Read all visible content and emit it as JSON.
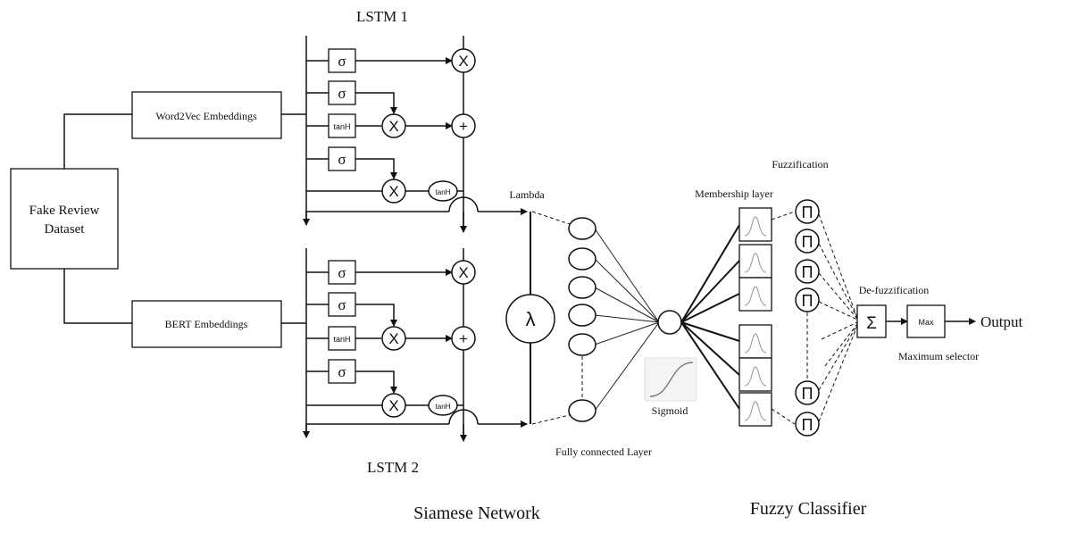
{
  "dataset": {
    "line1": "Fake Review",
    "line2": "Dataset"
  },
  "embeddings": {
    "word2vec": "Word2Vec Embeddings",
    "bert": "BERT Embeddings"
  },
  "lstm": {
    "top_title": "LSTM 1",
    "bottom_title": "LSTM 2"
  },
  "gate_symbols": {
    "sigma": "σ",
    "tanh": "tanH",
    "multiply": "X",
    "add": "+"
  },
  "lambda": {
    "label": "Lambda",
    "symbol": "λ"
  },
  "fully_connected": {
    "label": "Fully connected Layer"
  },
  "sigmoid": {
    "label": "Sigmoid"
  },
  "fuzzy": {
    "fuzzification": "Fuzzification",
    "membership_layer": "Membership layer",
    "product_symbol": "Π",
    "defuzzification": "De-fuzzification",
    "sum_symbol": "Σ",
    "max_label": "Max",
    "max_selector": "Maximum selector",
    "output": "Output"
  },
  "sections": {
    "siamese": "Siamese Network",
    "fuzzy_classifier": "Fuzzy Classifier"
  }
}
